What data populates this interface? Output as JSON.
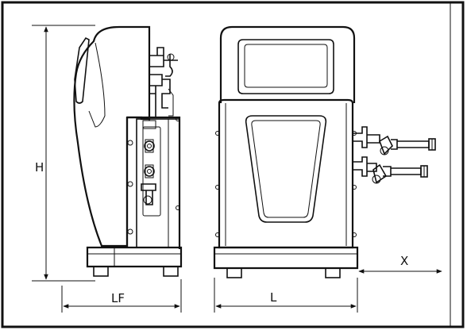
{
  "dimensions": {
    "height_label": "H",
    "depth_label": "LF",
    "width_label": "L",
    "clearance_label": "X"
  },
  "colors": {
    "line": "#111111",
    "background": "#ffffff"
  }
}
